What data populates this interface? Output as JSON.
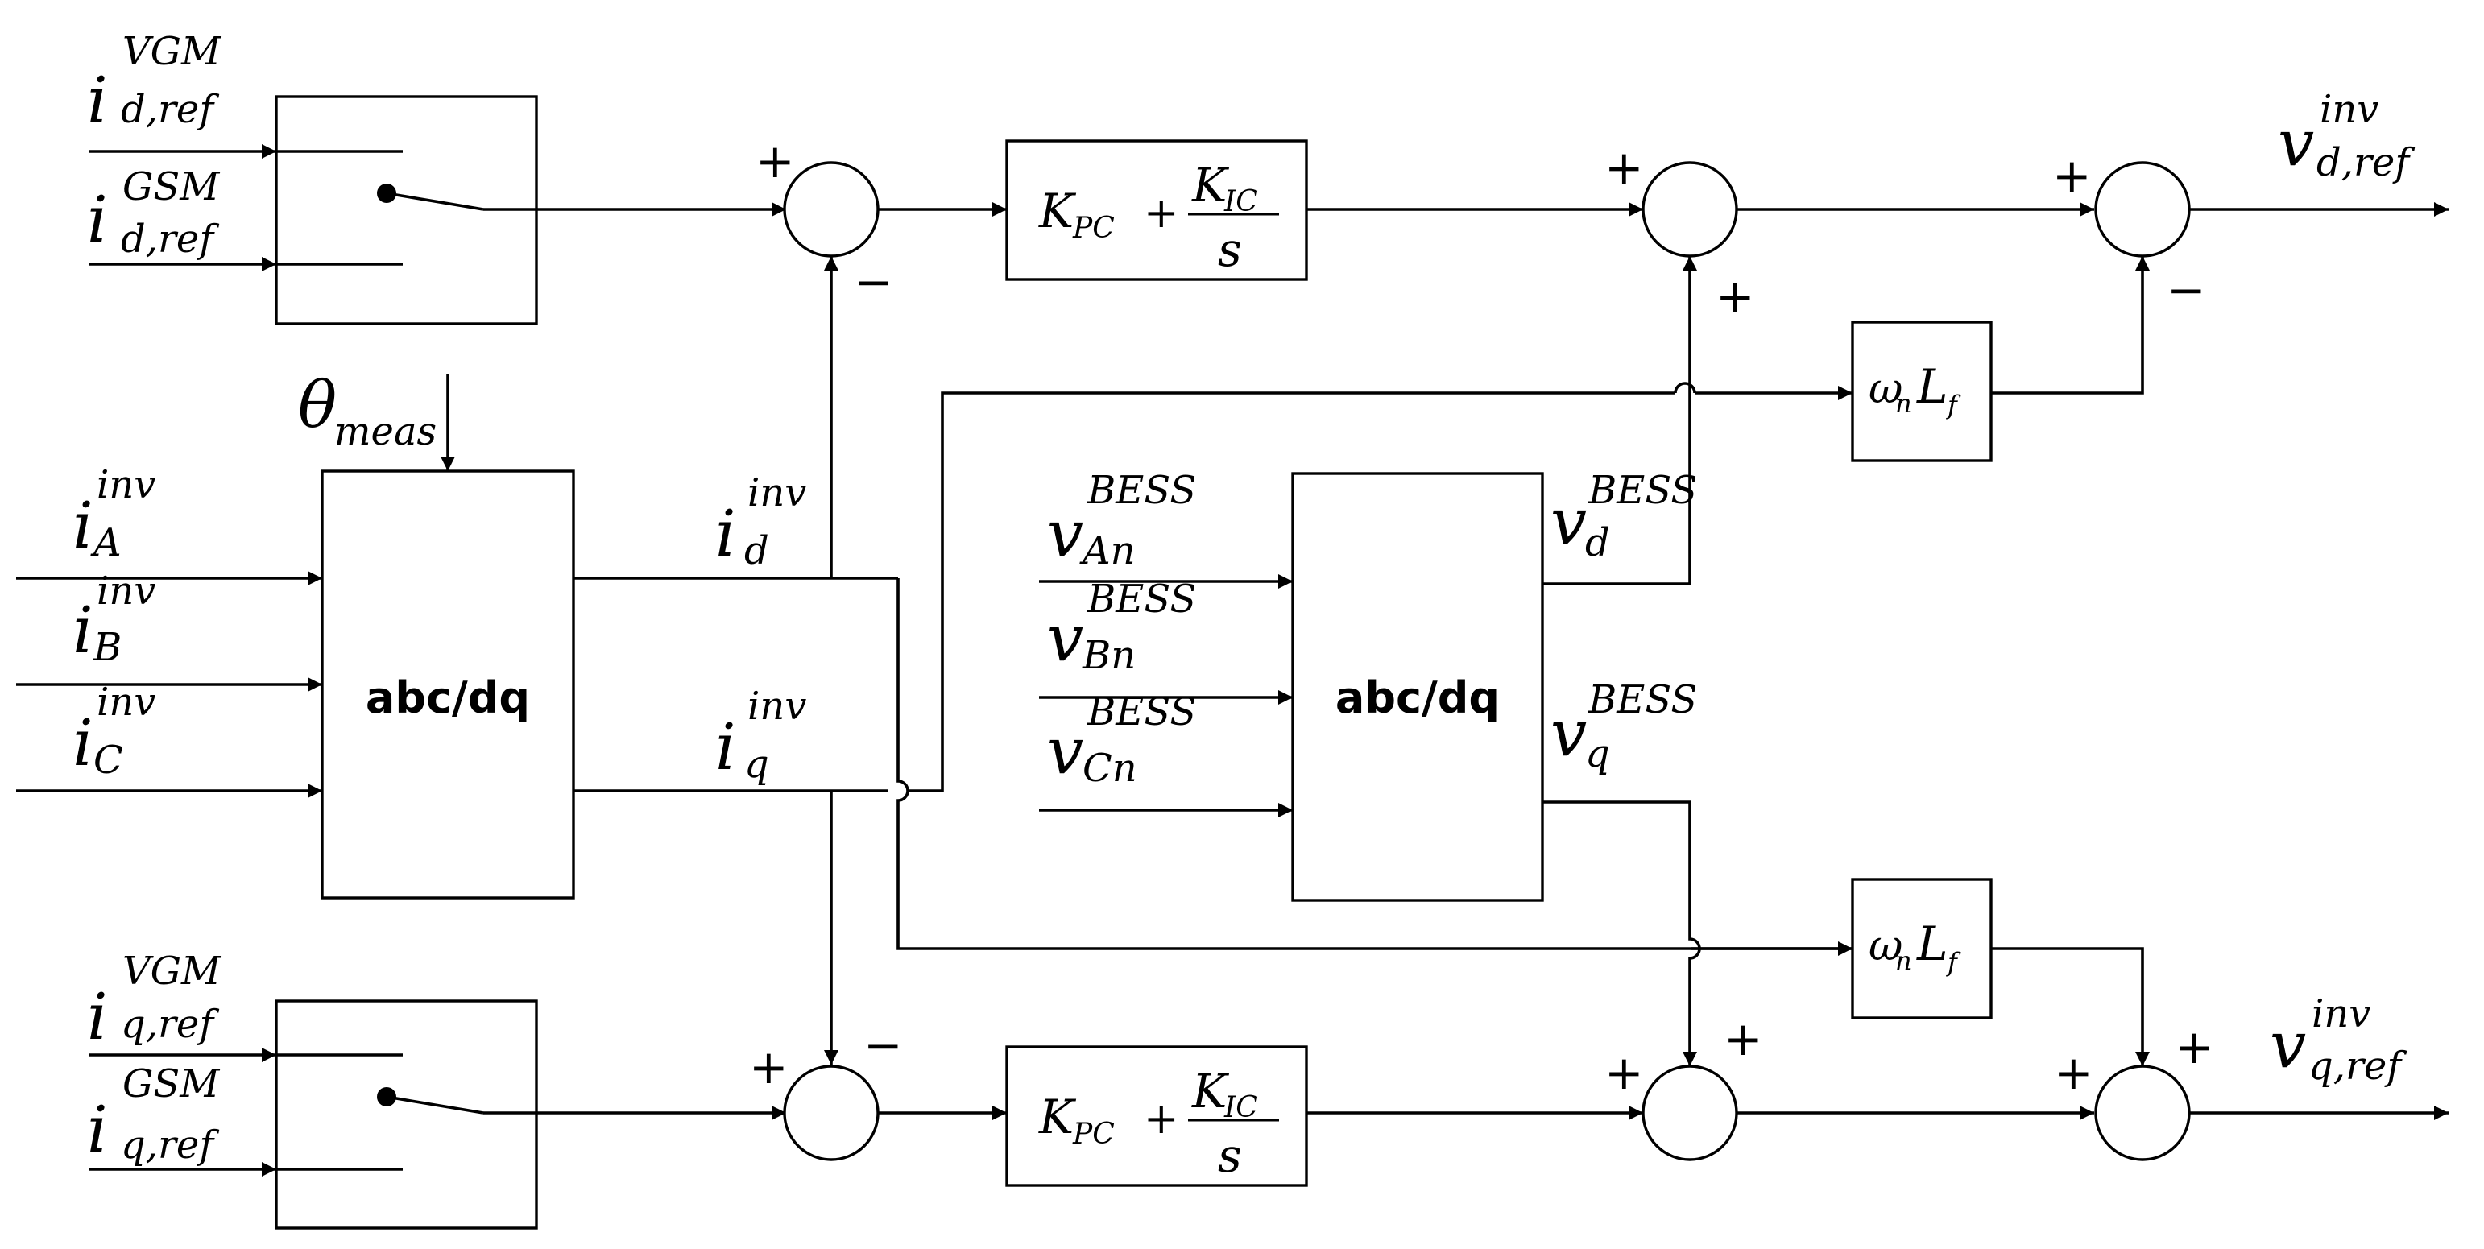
{
  "signals": {
    "id_ref": {
      "base": "i",
      "sup": "VGM",
      "sub": "d,ref"
    },
    "id_ref_gsm": {
      "base": "i",
      "sup": "GSM",
      "sub": "d,ref"
    },
    "iq_ref_vgm": {
      "base": "i",
      "sup": "VGM",
      "sub": "q,ref"
    },
    "iq_ref_gsm": {
      "base": "i",
      "sup": "GSM",
      "sub": "q,ref"
    },
    "iA": {
      "base": "i",
      "sup": "inv",
      "sub": "A"
    },
    "iB": {
      "base": "i",
      "sup": "inv",
      "sub": "B"
    },
    "iC": {
      "base": "i",
      "sup": "inv",
      "sub": "C"
    },
    "id": {
      "base": "i",
      "sup": "inv",
      "sub": "d"
    },
    "iq": {
      "base": "i",
      "sup": "inv",
      "sub": "q"
    },
    "vAn": {
      "base": "v",
      "sup": "BESS",
      "sub": "An"
    },
    "vBn": {
      "base": "v",
      "sup": "BESS",
      "sub": "Bn"
    },
    "vCn": {
      "base": "v",
      "sup": "BESS",
      "sub": "Cn"
    },
    "vd": {
      "base": "v",
      "sup": "BESS",
      "sub": "d"
    },
    "vq": {
      "base": "v",
      "sup": "BESS",
      "sub": "q"
    },
    "vd_ref": {
      "base": "v",
      "sup": "inv",
      "sub": "d,ref"
    },
    "vq_ref": {
      "base": "v",
      "sup": "inv",
      "sub": "q,ref"
    },
    "theta": {
      "base": "θ",
      "sub": "meas"
    }
  },
  "blocks": {
    "abcdq_current": "abc/dq",
    "abcdq_voltage": "abc/dq",
    "pi_num_kpc": "K",
    "pi_num_kpc_sub": "PC",
    "pi_plus": "+",
    "pi_num_kic": "K",
    "pi_num_kic_sub": "IC",
    "pi_den": "s",
    "decoup_omega": "ω",
    "decoup_omega_sub": "n",
    "decoup_L": "L",
    "decoup_L_sub": "f"
  },
  "signs": {
    "plus": "+",
    "minus": "−"
  }
}
